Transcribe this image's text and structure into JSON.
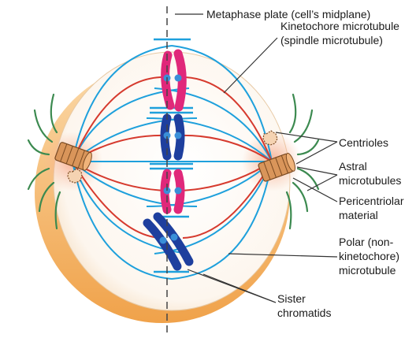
{
  "labels": {
    "metaphase_plate": "Metaphase plate (cell’s midplane)",
    "kinetochore_l1": "Kinetochore microtubule",
    "kinetochore_l2": "(spindle microtubule)",
    "centrioles": "Centrioles",
    "astral_l1": "Astral",
    "astral_l2": "microtubules",
    "pericentriolar_l1": "Pericentriolar",
    "pericentriolar_l2": "material",
    "polar_l1": "Polar (non-",
    "polar_l2": "kinetochore)",
    "polar_l3": "microtubule",
    "sister_l1": "Sister",
    "sister_l2": "chromatids"
  },
  "colors": {
    "cell_fill": "#fdfaf6",
    "cell_rim": "#f0a24a",
    "cell_rim_light": "#fbd9a8",
    "kinetochore_mt": "#d63a2e",
    "polar_mt": "#1ea0dc",
    "astral_mt": "#3c8a50",
    "chromosome_magenta": "#e0287a",
    "chromosome_blue": "#1e3f9e",
    "kinetochore": "#3a8fd8",
    "centriole": "#d9955a",
    "pericentriolar": "#f7b79a",
    "leader": "#333333"
  },
  "icons": [
    "centriole-icon",
    "chromosome-icon"
  ]
}
